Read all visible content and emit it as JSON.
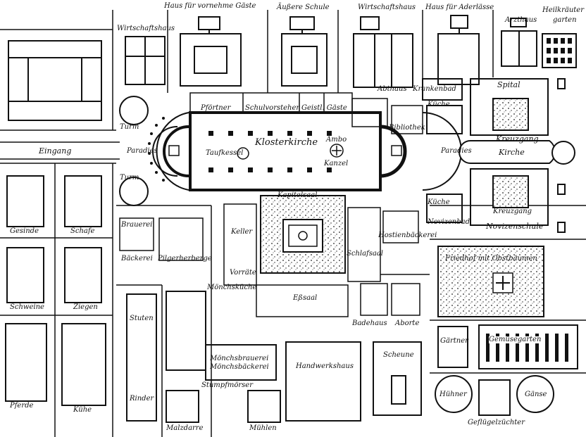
{
  "labels": {
    "haus_vornehme_gaeste": "Haus für vornehme Gäste",
    "aeussere_schule": "Äußere Schule",
    "wirtschaftshaus_top": "Wirtschaftshaus",
    "haus_aderlaesse": "Haus für Aderlässe",
    "heilkraeuter": "Heilkräuter",
    "garten": "garten",
    "wirtschaftshaus_left": "Wirtschaftshaus",
    "arzthaus": "Arzthaus",
    "abthaus": "Abthaus",
    "krankenbad": "Krankenbad",
    "kueche_top": "Küche",
    "spital": "Spital",
    "pfoertner": "Pförtner",
    "schulvorsteher": "Schulvorsteher",
    "geistl_gaeste": "Geistl. Gäste",
    "turm_top": "Turm",
    "turm_bottom": "Turm",
    "bibliothek": "Bibliothek",
    "kreuzgang_top": "Kreuzgang",
    "klosterkirche": "Klosterkirche",
    "paradies_left": "Paradies",
    "paradies_right": "Paradies",
    "eingang": "Eingang",
    "taufkessel": "Taufkessel",
    "ambo": "Ambo",
    "kanzel": "Kanzel",
    "kirche": "Kirche",
    "kapitelsaal": "Kapitelsaal",
    "kueche_bottom": "Küche",
    "kreuzgang_bottom": "Kreuzgang",
    "novizenbad": "Novizenbad",
    "novizenschule": "Novizenschule",
    "gesinde": "Gesinde",
    "schafe": "Schafe",
    "brauerei": "Brauerei",
    "keller": "Keller",
    "hostienbaeckerei": "Hostienbäckerei",
    "schlafsaal": "Schlafsaal",
    "baeckerei": "Bäckerei",
    "pilgerherberge": "Pilgerherberge",
    "vorraete": "Vorräte",
    "friedhof": "Friedhof mit Obstbäumen",
    "moenchskueche": "Mönchsküche",
    "schweine": "Schweine",
    "ziegen": "Ziegen",
    "essaal": "Eßsaal",
    "stuten": "Stuten",
    "badehaus": "Badehaus",
    "aborte": "Aborte",
    "gaertner": "Gärtner",
    "gemuesegarten": "Gemüsegarten",
    "moenchsbrauerei": "Mönchsbrauerei",
    "moenchsbaeckerei": "Mönchsbäckerei",
    "handwerkshaus": "Handwerkshaus",
    "scheune": "Scheune",
    "pferde": "Pferde",
    "kuehe": "Kühe",
    "rinder": "Rinder",
    "stumpfmoerser": "Stumpfmörser",
    "huehner": "Hühner",
    "gaense": "Gänse",
    "malzdarre": "Malzdarre",
    "muehlen": "Mühlen",
    "gefluegelzuechter": "Geflügelzüchter"
  }
}
